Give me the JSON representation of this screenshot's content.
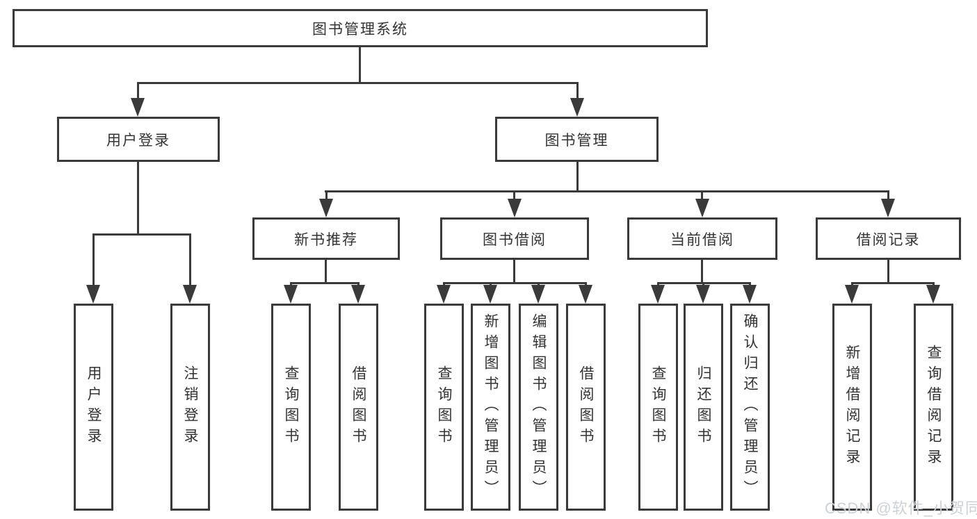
{
  "nodes": {
    "root": "图书管理系统",
    "user_login": "用户登录",
    "book_management": "图书管理",
    "new_book_recommend": "新书推荐",
    "book_borrow": "图书借阅",
    "current_borrow": "当前借阅",
    "borrow_records": "借阅记录",
    "login_children": [
      "用户登录",
      "注销登录"
    ],
    "recommend_children": [
      "查询图书",
      "借阅图书"
    ],
    "borrow_children": [
      "查询图书",
      "新增图书（管理员）",
      "编辑图书（管理员）",
      "借阅图书"
    ],
    "current_children": [
      "查询图书",
      "归还图书",
      "确认归还（管理员）"
    ],
    "records_children": [
      "新增借阅记录",
      "查询借阅记录"
    ]
  },
  "watermark": {
    "text": "CSDN @软件_小贺同学"
  },
  "colors": {
    "line": "#3a3a3a",
    "text": "#333333",
    "watermark": "#ccd1d6"
  }
}
